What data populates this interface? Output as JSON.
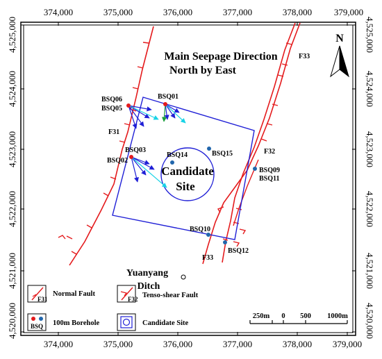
{
  "axes": {
    "x_ticks": [
      "374,000",
      "375,000",
      "376,000",
      "377,000",
      "378,000",
      "379,000"
    ],
    "y_ticks": [
      "4,525,000",
      "4,524,000",
      "4,523,000",
      "4,522,000",
      "4,521,000",
      "4,520,000"
    ]
  },
  "map_title": {
    "line1": "Main Seepage Direction",
    "line2": "North by East"
  },
  "north_arrow": {
    "label": "N"
  },
  "faults": [
    "F31",
    "F32",
    "F33",
    "F33"
  ],
  "boreholes": [
    {
      "id": "BSQ06",
      "color": "#e41a1c"
    },
    {
      "id": "BSQ05",
      "color": "#e41a1c"
    },
    {
      "id": "BSQ01",
      "color": "#e41a1c"
    },
    {
      "id": "BSQ03",
      "color": "#e41a1c"
    },
    {
      "id": "BSQ02",
      "color": "#e41a1c"
    },
    {
      "id": "BSQ14",
      "color": "#2166ac"
    },
    {
      "id": "BSQ15",
      "color": "#2166ac"
    },
    {
      "id": "BSQ09",
      "color": "#2166ac"
    },
    {
      "id": "BSQ11",
      "color": "#2166ac"
    },
    {
      "id": "BSQ10",
      "color": "#2166ac"
    },
    {
      "id": "BSQ12",
      "color": "#2166ac"
    }
  ],
  "site_label": {
    "line1": "Candidate",
    "line2": "Site"
  },
  "ditch_label": {
    "line1": "Yuanyang",
    "line2": "Ditch"
  },
  "scale_bar": {
    "labels": [
      "250m",
      "0",
      "500",
      "1000m"
    ]
  },
  "legend": {
    "normal_fault_icon": "F31",
    "normal_fault": "Normal Fault",
    "tenso_icon": "F32",
    "tenso_shear_fault": "Tenso-shear Fault",
    "borehole_icon": "BSQ",
    "borehole": "100m Borehole",
    "candidate_site": "Candidate Site"
  },
  "colors": {
    "fault": "#e41a1c",
    "site": "#1f1fd6",
    "arrow_blue": "#1f1fd6",
    "arrow_cyan": "#19d3e6",
    "arrow_green": "#1a9e3a",
    "borehole_red": "#e41a1c",
    "borehole_blue": "#2166ac"
  }
}
